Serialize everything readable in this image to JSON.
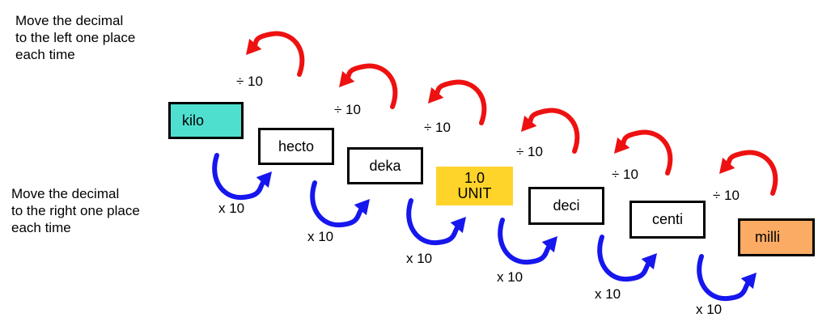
{
  "notes": {
    "left": "Move the decimal\nto the left one place\neach time",
    "right": "Move the decimal\nto the right one place\neach time"
  },
  "units": [
    {
      "id": "kilo",
      "label": "kilo",
      "fill": "#4fdfcf",
      "outline": true
    },
    {
      "id": "hecto",
      "label": "hecto",
      "fill": "#ffffff",
      "outline": true
    },
    {
      "id": "deka",
      "label": "deka",
      "fill": "#ffffff",
      "outline": true
    },
    {
      "id": "unit",
      "label": "UNIT",
      "value": "1.0",
      "fill": "#ffd42a",
      "outline": false
    },
    {
      "id": "deci",
      "label": "deci",
      "fill": "#ffffff",
      "outline": true
    },
    {
      "id": "centi",
      "label": "centi",
      "fill": "#ffffff",
      "outline": true
    },
    {
      "id": "milli",
      "label": "milli",
      "fill": "#fbab63",
      "outline": true
    }
  ],
  "operations": {
    "divide": "÷ 10",
    "multiply": "x 10"
  },
  "colors": {
    "divide_arrow": "#ee1111",
    "multiply_arrow": "#1616ee"
  }
}
